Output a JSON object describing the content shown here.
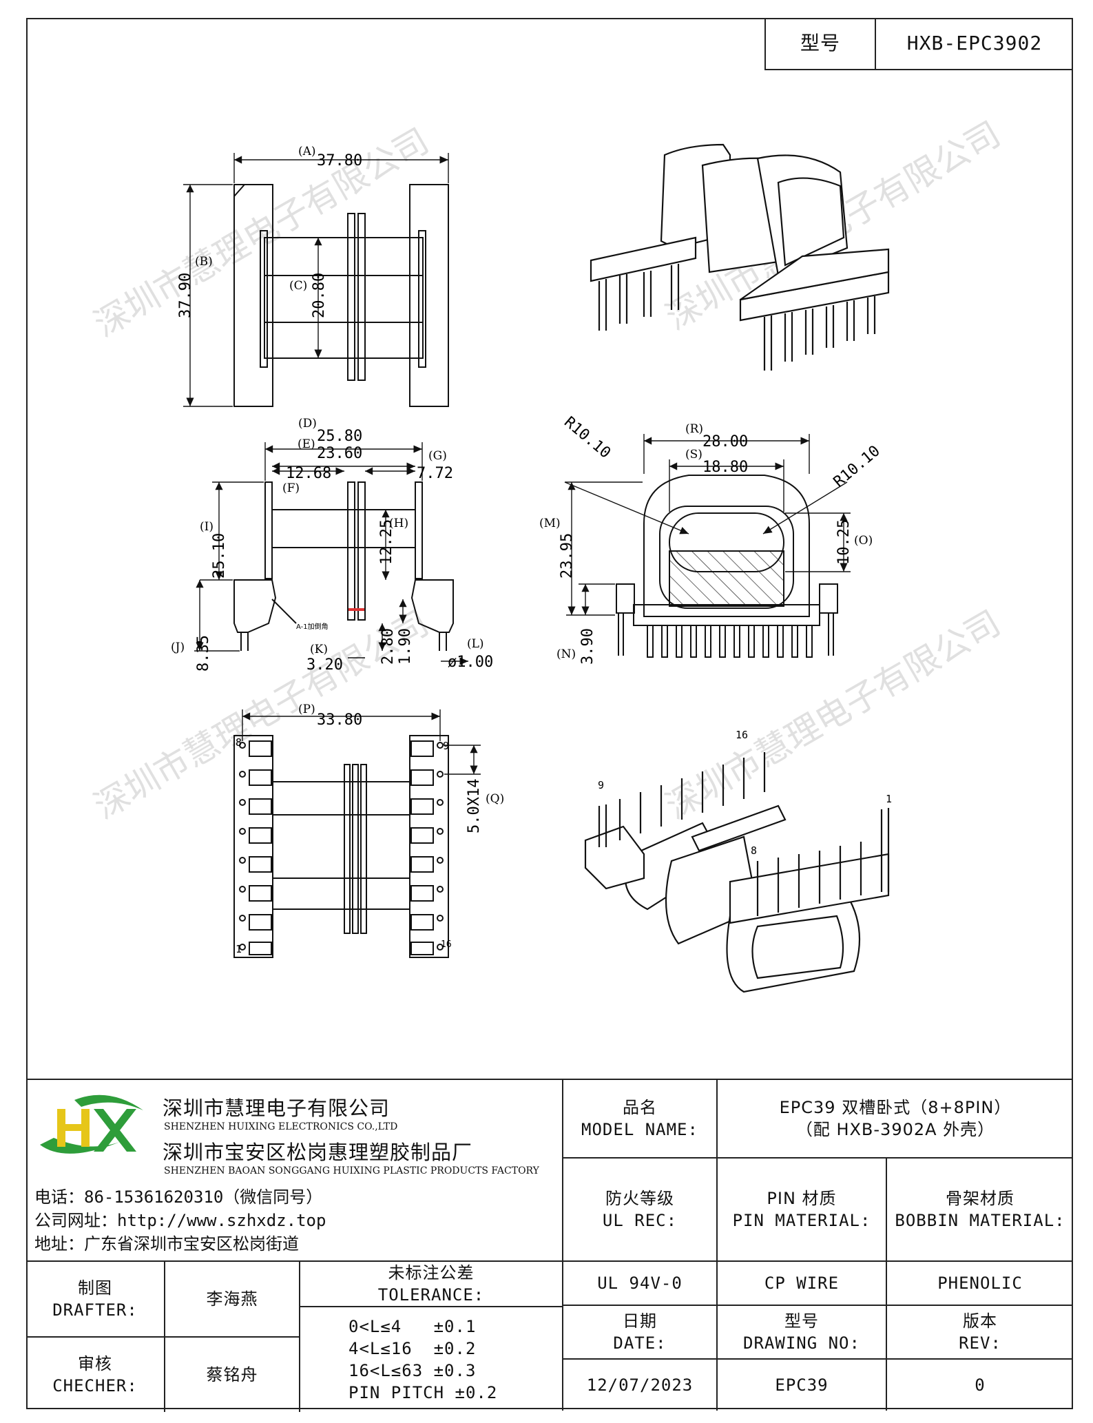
{
  "model_box": {
    "label": "型号",
    "value": "HXB-EPC3902"
  },
  "watermark": "深圳市慧理电子有限公司",
  "dims": {
    "A": "(A)",
    "A_val": "37.80",
    "B": "(B)",
    "B_val": "37.90",
    "C": "(C)",
    "C_val": "20.80",
    "D": "(D)",
    "D_val": "25.80",
    "E": "(E)",
    "E_val": "23.60",
    "F": "(F)",
    "F_val": "12.68",
    "G": "(G)",
    "G_val": "7.72",
    "H": "(H)",
    "H_val": "12.25",
    "I": "(I)",
    "I_val": "25.10",
    "J": "(J)",
    "J_val": "8.35",
    "K": "(K)",
    "K_val": "3.20",
    "h1": "2.80",
    "h2": "1.90",
    "L": "(L)",
    "L_val": "ø1.00",
    "M": "(M)",
    "M_val": "23.95",
    "N": "(N)",
    "N_val": "3.90",
    "O": "(O)",
    "O_val": "10.25",
    "R": "(R)",
    "R_val": "28.00",
    "S": "(S)",
    "S_val": "18.80",
    "R1": "R10.10",
    "R2": "R10.10",
    "P": "(P)",
    "P_val": "33.80",
    "Q": "(Q)",
    "Q_val": "5.0X14",
    "pin8": "8",
    "pin9": "9",
    "pin1": "1",
    "pin16": "16",
    "note": "A-1加倒角"
  },
  "iso_pins": {
    "p16": "16",
    "p9": "9",
    "p1": "1",
    "p8": "8"
  },
  "company": {
    "name_cn": "深圳市慧理电子有限公司",
    "name_en": "SHENZHEN HUIXING ELECTRONICS CO.,LTD",
    "factory_cn": "深圳市宝安区松岗惠理塑胶制品厂",
    "factory_en": "SHENZHEN BAOAN SONGGANG HUIXING PLASTIC PRODUCTS FACTORY",
    "phone": "电话：86-15361620310（微信同号）",
    "web": "公司网址：http://www.szhxdz.top",
    "address": "地址：广东省深圳市宝安区松岗街道",
    "logo": "HX",
    "brand_colors": {
      "green": "#2e9d3a",
      "yellow": "#e6c619"
    }
  },
  "title_block": {
    "model_name_cn": "品名",
    "model_name_en": "MODEL NAME:",
    "model_value_1": "EPC39 双槽卧式（8+8PIN）",
    "model_value_2": "（配 HXB-3902A 外壳）",
    "ul_cn": "防火等级",
    "ul_en": "UL REC:",
    "pin_cn": "PIN 材质",
    "pin_en": "PIN MATERIAL:",
    "bobbin_cn": "骨架材质",
    "bobbin_en": "BOBBIN MATERIAL:",
    "ul_value": "UL 94V-0",
    "pin_value": "CP WIRE",
    "bobbin_value": "PHENOLIC",
    "drafter_cn": "制图",
    "drafter_en": "DRAFTER:",
    "drafter_name": "李海燕",
    "checker_cn": "审核",
    "checker_en": "CHECHER:",
    "checker_name": "蔡铭舟",
    "tol_cn": "未标注公差",
    "tol_en": "TOLERANCE:",
    "tol_1": "0<L≤4   ±0.1",
    "tol_2": "4<L≤16  ±0.2",
    "tol_3": "16<L≤63 ±0.3",
    "tol_4": "PIN PITCH ±0.2",
    "date_cn": "日期",
    "date_en": "DATE:",
    "date_value": "12/07/2023",
    "drawing_cn": "型号",
    "drawing_en": "DRAWING NO:",
    "drawing_value": "EPC39",
    "rev_cn": "版本",
    "rev_en": "REV:",
    "rev_value": "0"
  }
}
